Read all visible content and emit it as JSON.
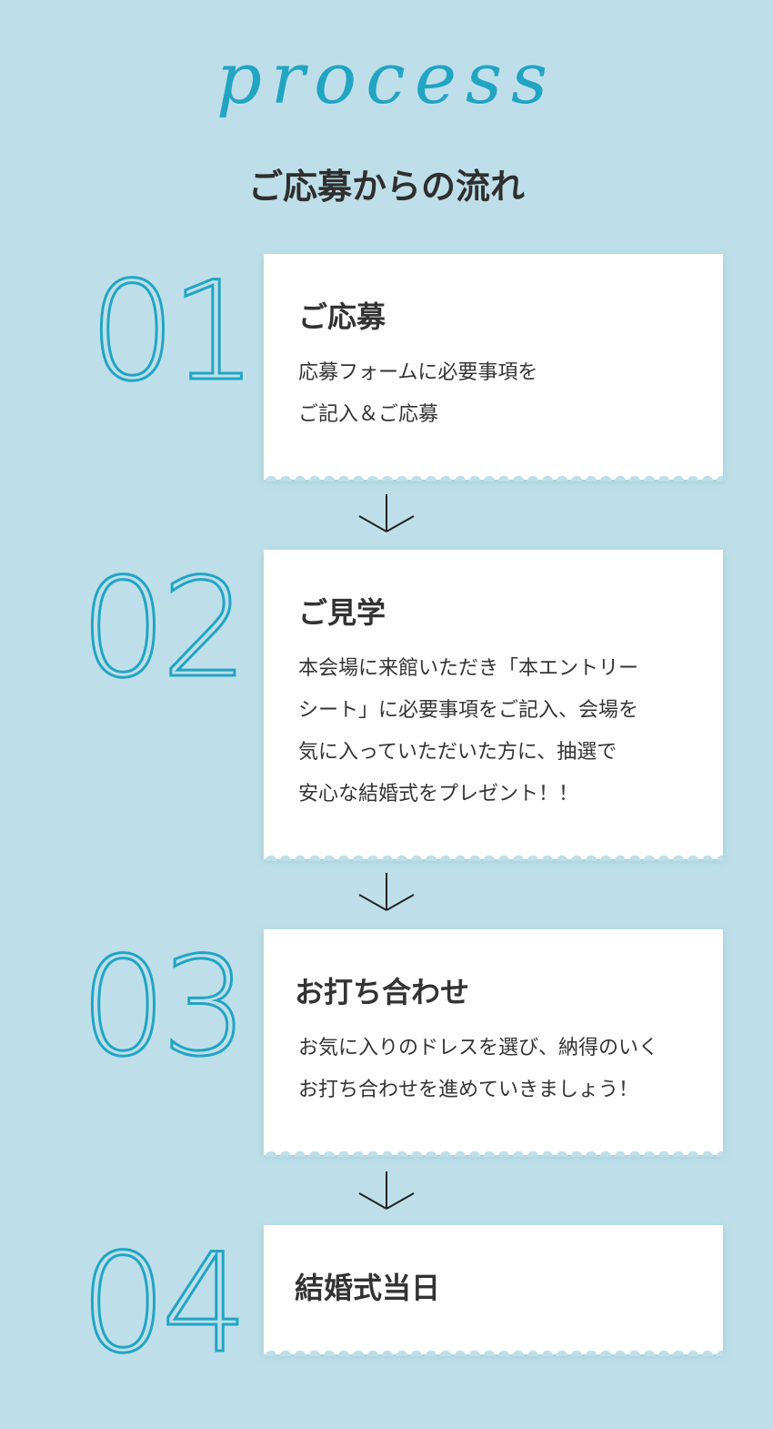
{
  "header": {
    "script_title": "process",
    "title": "ご応募からの流れ"
  },
  "colors": {
    "accent": "#22a4c3",
    "background": "#bedfe9"
  },
  "steps": [
    {
      "number": "01",
      "title": "ご応募",
      "lines": [
        "応募フォームに必要事項を",
        "ご記入＆ご応募"
      ]
    },
    {
      "number": "02",
      "title": "ご見学",
      "lines": [
        "本会場に来館いただき「本エントリー",
        "シート」に必要事項をご記入、会場を",
        "気に入っていただいた方に、抽選で",
        "安心な結婚式をプレゼント！！"
      ]
    },
    {
      "number": "03",
      "title": "お打ち合わせ",
      "lines": [
        "お気に入りのドレスを選び、納得のいく",
        "お打ち合わせを進めていきましょう！"
      ]
    },
    {
      "number": "04",
      "title": "結婚式当日",
      "lines": []
    }
  ],
  "arrow_icon": "down-arrow-icon"
}
